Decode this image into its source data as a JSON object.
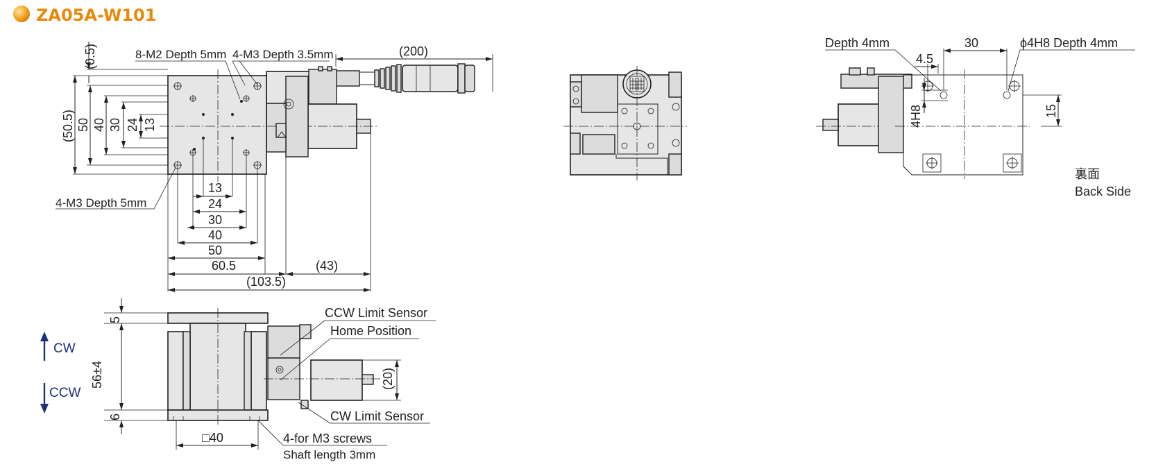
{
  "title": "ZA05A-W101",
  "top_view": {
    "dim_05": "(0.5)",
    "dim_505": "(50.5)",
    "dim_50v": "50",
    "dim_40v": "40",
    "dim_30v": "30",
    "dim_24v": "24",
    "dim_13v": "13",
    "note_m2": "8-M2 Depth 5mm",
    "note_m3": "4-M3 Depth 3.5mm",
    "dim_200": "(200)",
    "note_m3_5": "4-M3 Depth 5mm",
    "dim_13h": "13",
    "dim_24h": "24",
    "dim_30h": "30",
    "dim_40h": "40",
    "dim_50h": "50",
    "dim_605": "60.5",
    "dim_43": "(43)",
    "dim_1035": "(103.5)"
  },
  "front_view": {
    "dim_5": "5",
    "dim_56": "56±4",
    "dim_6": "6",
    "dim_20": "(20)",
    "dim_sq40": "□40",
    "note_ccw": "CCW Limit Sensor",
    "note_home": "Home Position",
    "note_cw": "CW Limit Sensor",
    "note_screws": "4-for M3 screws",
    "note_shaft": "Shaft length 3mm",
    "dir_cw": "CW",
    "dir_ccw": "CCW"
  },
  "back_view": {
    "note_depth4": "Depth 4mm",
    "dim_30": "30",
    "note_phi": "ϕ4H8 Depth 4mm",
    "dim_45": "4.5",
    "dim_4h8": "4H8",
    "dim_15": "15",
    "label_jp": "裏面",
    "label_en": "Back Side"
  },
  "colors": {
    "title": "#e8890c",
    "bullet": "#f5a623",
    "direction_arrow": "#1d2f7f",
    "line": "#231f20",
    "body_fill": "#e6e6e6"
  }
}
